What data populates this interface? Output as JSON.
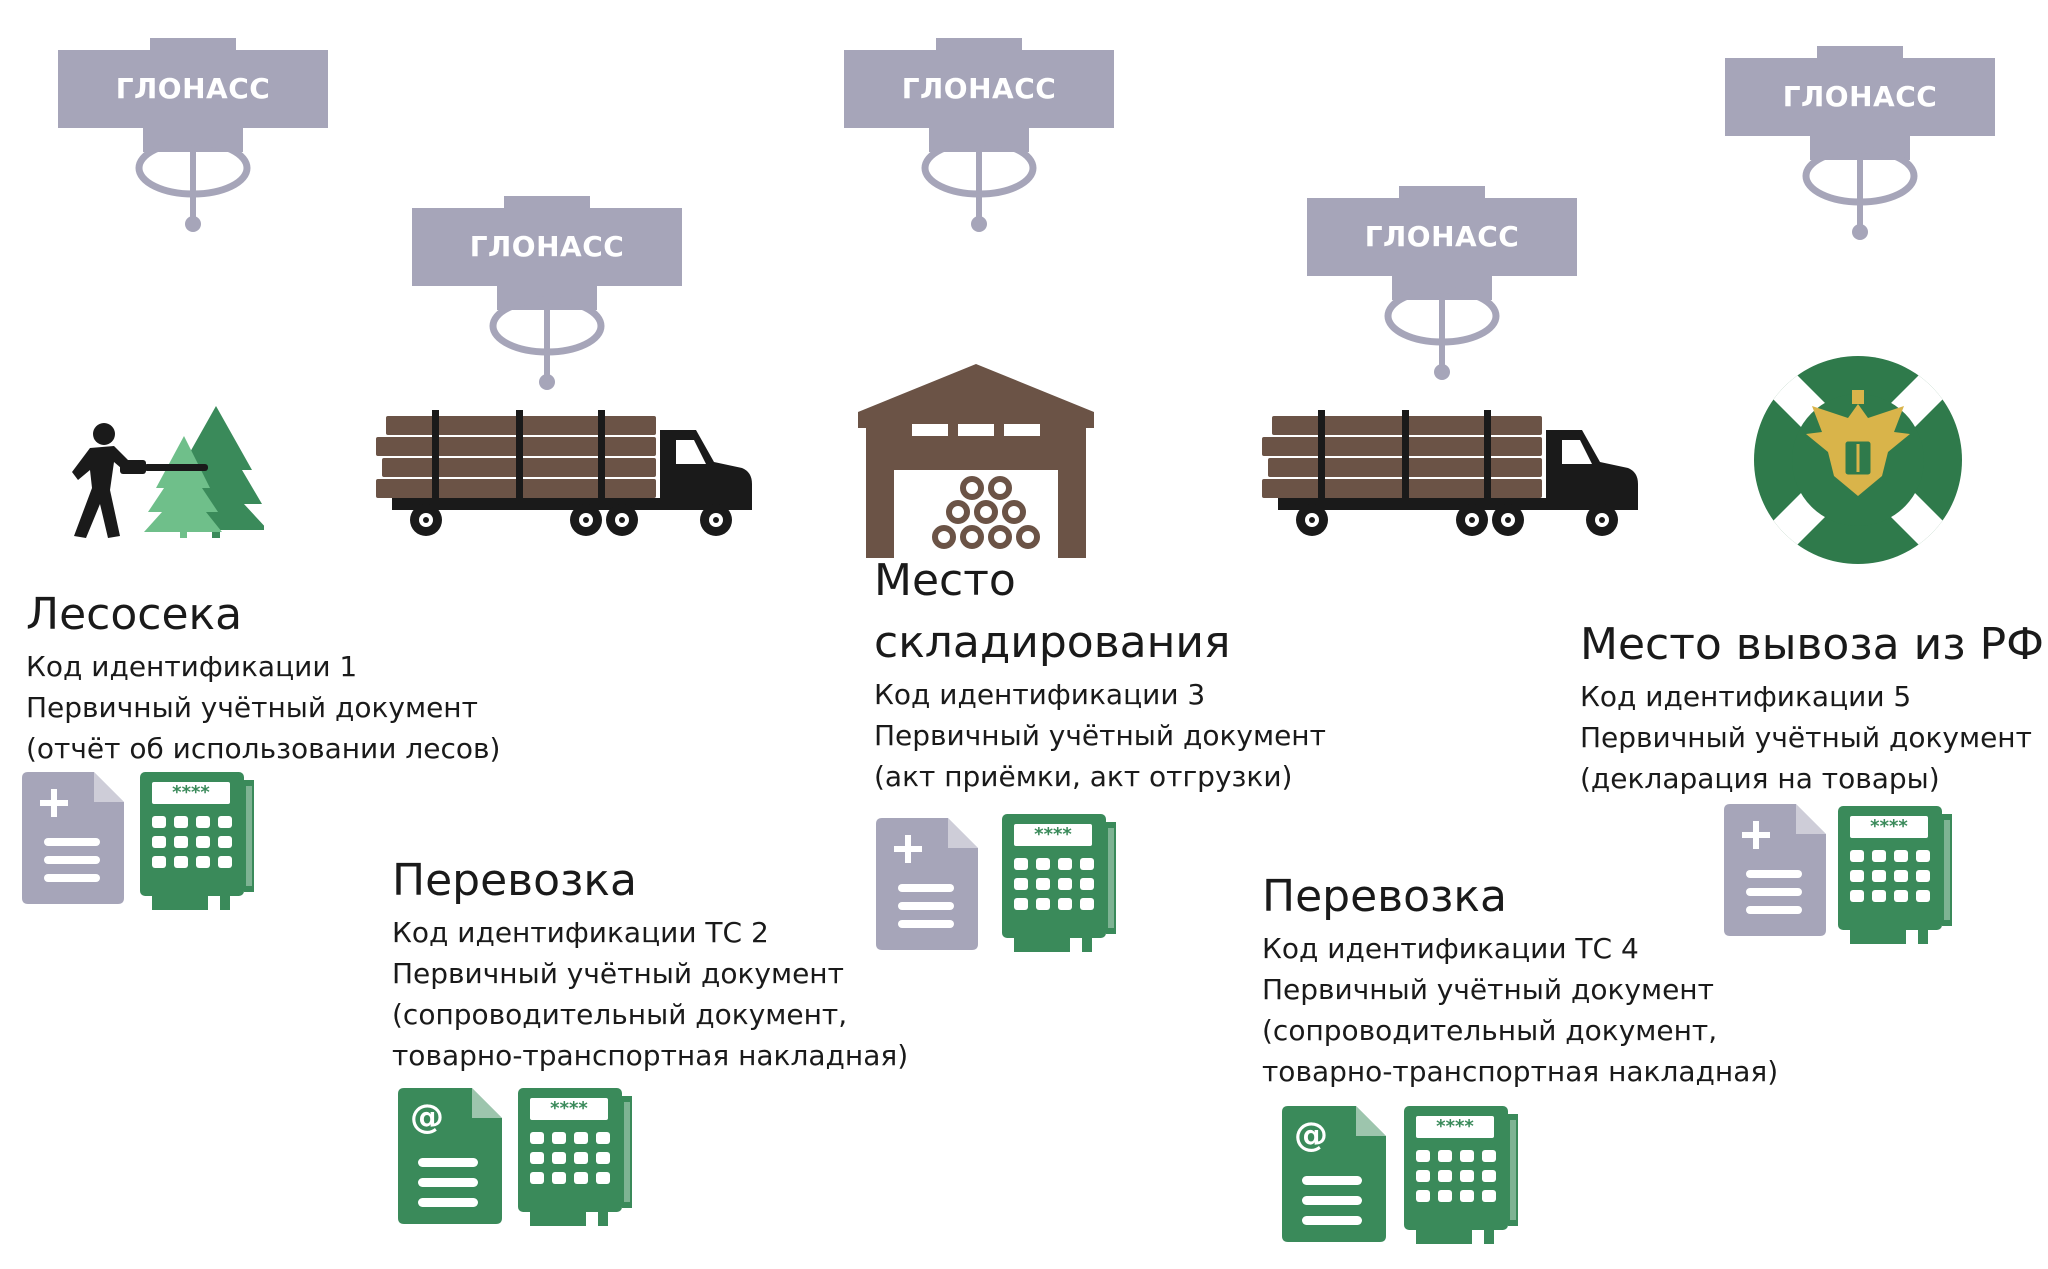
{
  "satellites": [
    {
      "label": "ГЛОНАСС"
    },
    {
      "label": "ГЛОНАСС"
    },
    {
      "label": "ГЛОНАСС"
    },
    {
      "label": "ГЛОНАСС"
    },
    {
      "label": "ГЛОНАСС"
    }
  ],
  "stages": [
    {
      "title": "Лесосека",
      "code": "Код идентификации 1",
      "doc": "Первичный учётный документ",
      "doc_detail": "(отчёт об использовании лесов)",
      "icon": "lumberjack-forest-icon",
      "doc_icon": "paper-document-icon"
    },
    {
      "title": "Перевозка",
      "code": "Код идентификации ТС 2",
      "doc": "Первичный учётный документ",
      "doc_detail_1": "(сопроводительный документ,",
      "doc_detail_2": "товарно-транспортная накладная)",
      "icon": "timber-truck-icon",
      "doc_icon": "electronic-document-icon"
    },
    {
      "title_1": "Место",
      "title_2": "складирования",
      "code": "Код идентификации 3",
      "doc": "Первичный учётный документ",
      "doc_detail": "(акт приёмки, акт отгрузки)",
      "icon": "warehouse-icon",
      "doc_icon": "paper-document-icon"
    },
    {
      "title": "Перевозка",
      "code": "Код идентификации ТС 4",
      "doc": "Первичный учётный документ",
      "doc_detail_1": "(сопроводительный документ,",
      "doc_detail_2": "товарно-транспортная накладная)",
      "icon": "timber-truck-icon",
      "doc_icon": "electronic-document-icon"
    },
    {
      "title": "Место вывоза из РФ",
      "code": "Код идентификации  5",
      "doc": "Первичный учётный документ",
      "doc_detail": "(декларация на товары)",
      "icon": "customs-emblem-icon",
      "doc_icon": "paper-document-icon"
    }
  ],
  "terminal_display": "****",
  "colors": {
    "satellite": "#a6a5b9",
    "green": "#3a8a5a",
    "brown": "#6b5346",
    "dark": "#1a1a1a",
    "customs_green": "#2f7a4b"
  }
}
